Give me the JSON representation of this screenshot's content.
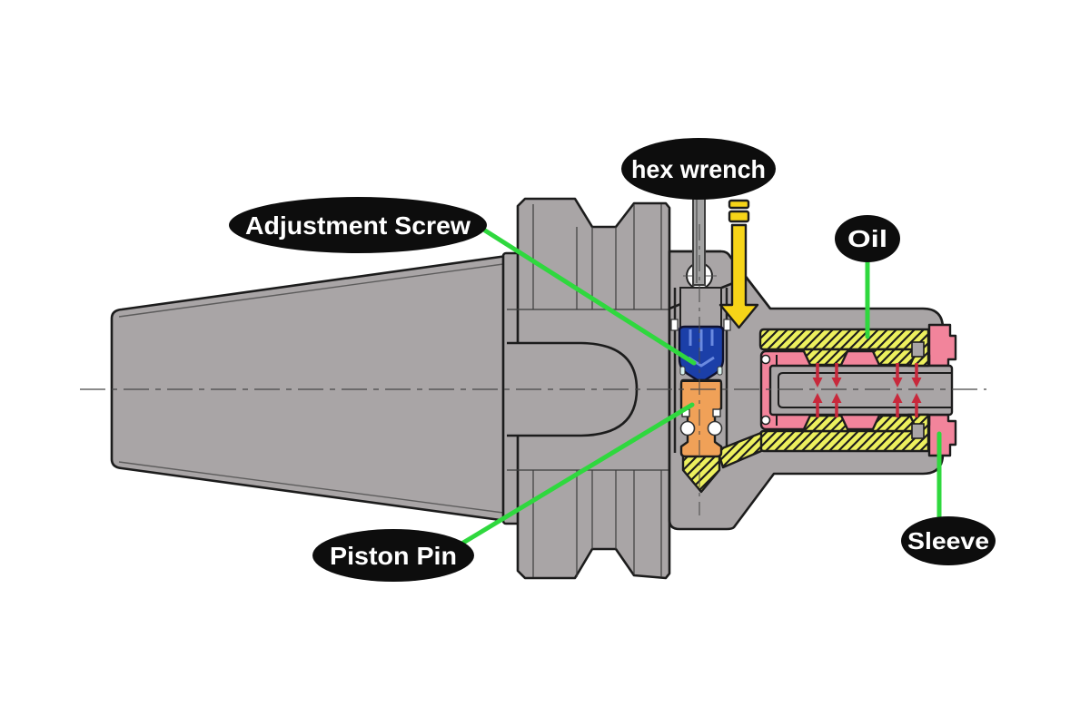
{
  "diagram": {
    "type": "hydraulic-tool-holder-cross-section",
    "labels": {
      "hex_wrench": "hex wrench",
      "adjustment_screw": "Adjustment Screw",
      "oil": "Oil",
      "piston_pin": "Piston Pin",
      "sleeve": "Sleeve"
    },
    "colors": {
      "body_gray": "#a9a5a6",
      "outline": "#1c1c1c",
      "oil_yellow": "#edf05e",
      "sleeve_pink": "#f2849b",
      "screw_blue": "#1b3fa8",
      "screw_blue_detail": "#6a8ae0",
      "piston_orange": "#f0a158",
      "arrow_yellow": "#f6d418",
      "pressure_red": "#c8293c",
      "leader_green": "#2fd83e",
      "label_bg": "#0d0d0d",
      "label_text": "#ffffff"
    }
  }
}
